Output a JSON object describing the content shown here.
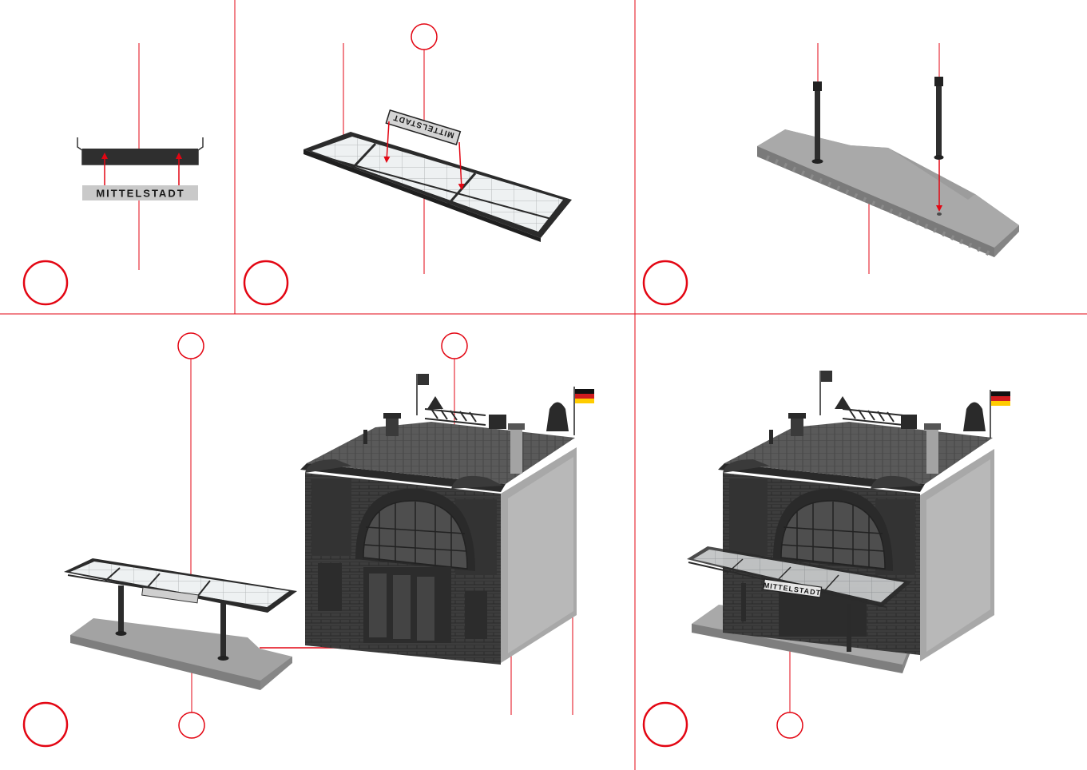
{
  "step1": {
    "sign_text": "MITTELSTADT"
  },
  "step2": {
    "sign_text": "MITTELSTADT"
  },
  "step5": {
    "sign_text": "MITTELSTADT"
  },
  "colors": {
    "accent_red": "#e30613",
    "model_dark": "#3a3a3a",
    "model_mid": "#6b6b6b",
    "platform_grey": "#9a9a9a",
    "glass": "#e6e9ea"
  }
}
